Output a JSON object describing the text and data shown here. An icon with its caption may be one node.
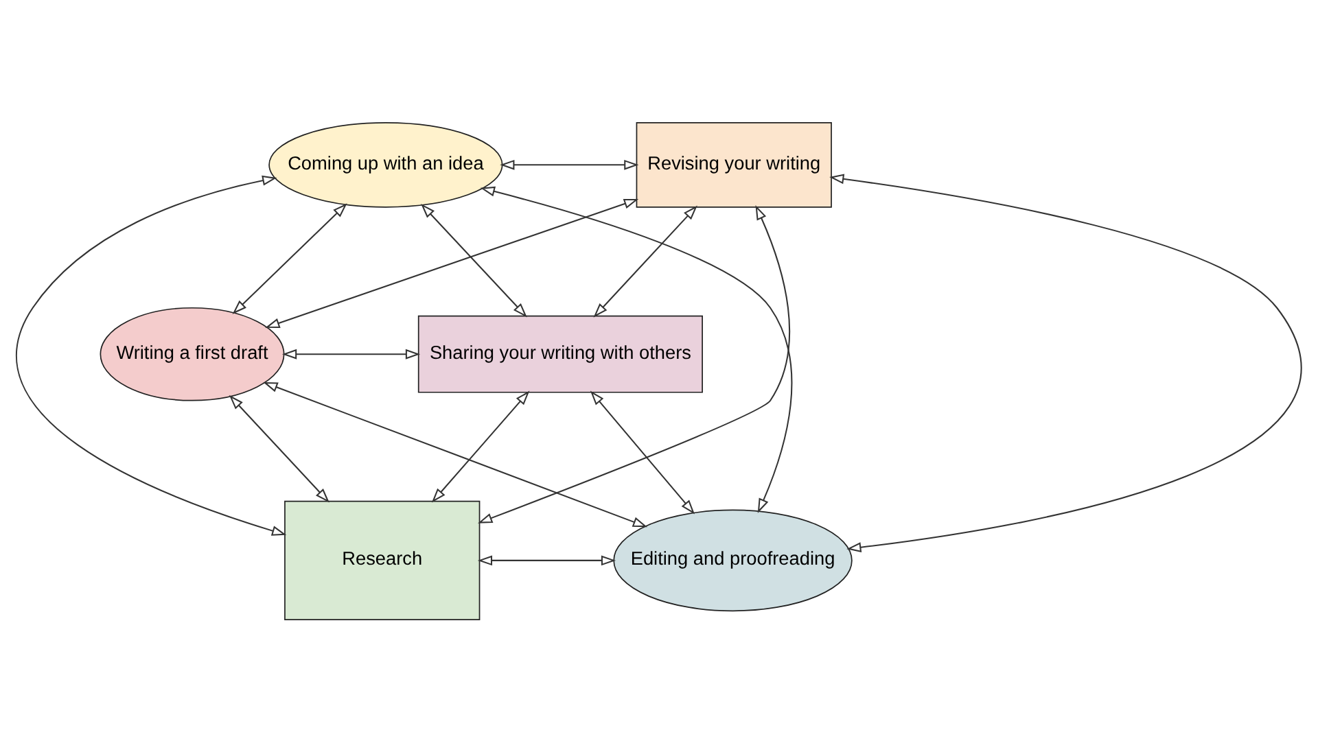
{
  "diagram": {
    "nodes": [
      {
        "text": [
          "Coming up with an idea"
        ]
      },
      {
        "text": [
          "Revising your writing"
        ]
      },
      {
        "text": [
          "Writing a first draft"
        ]
      },
      {
        "text": [
          "Sharing your writing with others"
        ]
      },
      {
        "text": [
          "Research"
        ]
      },
      {
        "text": [
          "Editing and proofreading"
        ]
      }
    ],
    "edges": [
      {
        "from": 0,
        "to": 2,
        "arrow": "both"
      },
      {
        "from": 0,
        "to": 1,
        "arrow": "both"
      },
      {
        "from": 0,
        "to": 4,
        "arrow": "both"
      },
      {
        "from": 0,
        "to": 3,
        "arrow": "both"
      },
      {
        "from": 0,
        "to": 5,
        "arrow": "both"
      },
      {
        "from": 2,
        "to": 1,
        "arrow": "both"
      },
      {
        "from": 2,
        "to": 3,
        "arrow": "both"
      },
      {
        "from": 2,
        "to": 4,
        "arrow": "both"
      },
      {
        "from": 2,
        "to": 5,
        "arrow": "both"
      },
      {
        "from": 1,
        "to": 3,
        "arrow": "both"
      },
      {
        "from": 1,
        "to": 4,
        "arrow": "both"
      },
      {
        "from": 1,
        "to": 5,
        "arrow": "both"
      },
      {
        "from": 3,
        "to": 4,
        "arrow": "both"
      },
      {
        "from": 3,
        "to": 5,
        "arrow": "both"
      },
      {
        "from": 4,
        "to": 5,
        "arrow": "both"
      }
    ]
  }
}
